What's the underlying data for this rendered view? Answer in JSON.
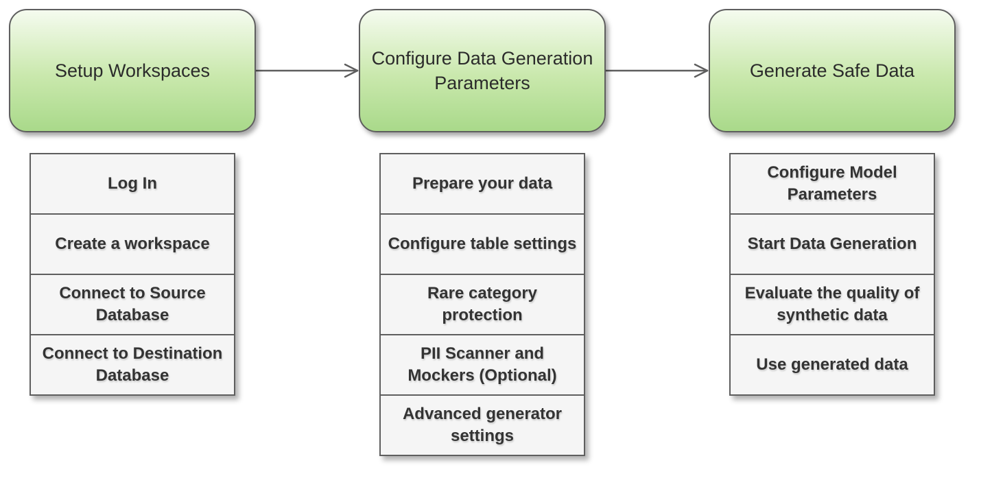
{
  "colors": {
    "header_fill_top": "#f5fbef",
    "header_fill_bottom": "#a9d98a",
    "border": "#5e5e5e",
    "step_fill": "#f5f5f5",
    "text": "#333333",
    "arrow": "#5e5e5e"
  },
  "stages": [
    {
      "title": "Setup Workspaces",
      "steps": [
        "Log In",
        "Create a workspace",
        "Connect to Source Database",
        "Connect to Destination Database"
      ]
    },
    {
      "title": "Configure Data Generation Parameters",
      "steps": [
        "Prepare your data",
        "Configure table settings",
        "Rare category protection",
        "PII Scanner and Mockers (Optional)",
        "Advanced generator settings"
      ]
    },
    {
      "title": "Generate Safe Data",
      "steps": [
        "Configure Model Parameters",
        "Start Data Generation",
        "Evaluate the quality of synthetic data",
        "Use generated data"
      ]
    }
  ],
  "connections": [
    {
      "from": "Setup Workspaces",
      "to": "Configure Data Generation Parameters"
    },
    {
      "from": "Configure Data Generation Parameters",
      "to": "Generate Safe Data"
    }
  ]
}
